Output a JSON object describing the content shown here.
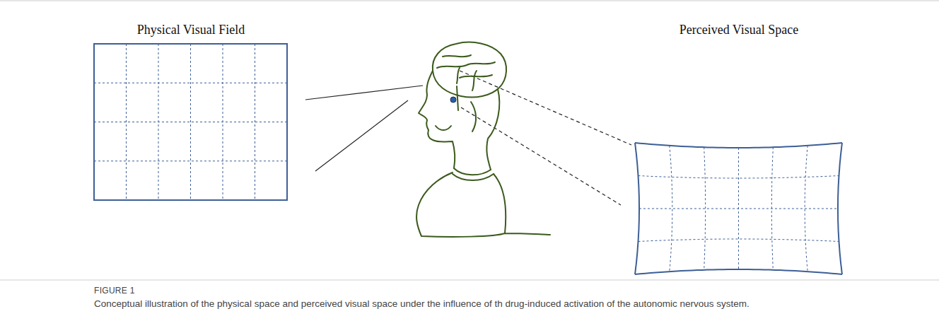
{
  "diagram": {
    "caption": "Conceptual illustration of the physical space and perceived visual space under the influence of th drug-induced activation of the autonomic nervous system.",
    "nodes": [
      {
        "text": [
          "Physical Visual Field"
        ]
      },
      {
        "text": [
          "Perceived Visual Space"
        ]
      }
    ],
    "labels": [
      "FIGURE 1"
    ]
  }
}
